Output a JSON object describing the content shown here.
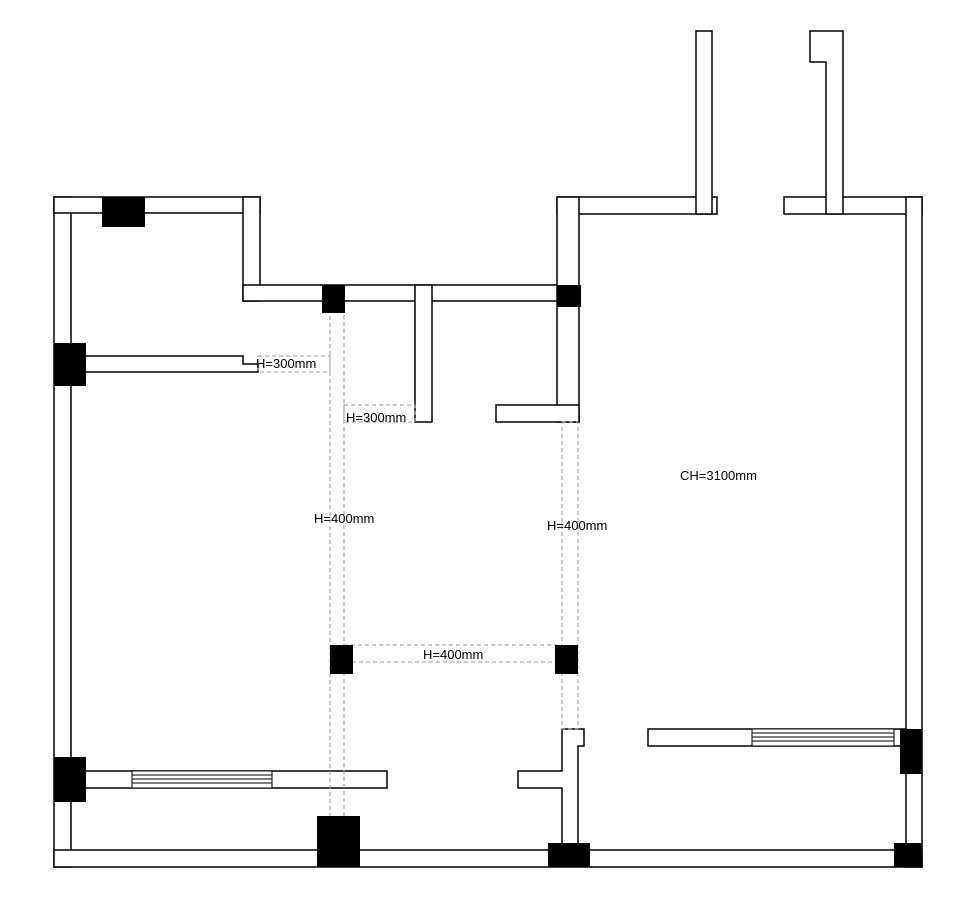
{
  "labels": {
    "beam_h300_west": "H=300mm",
    "beam_h300_center": "H=300mm",
    "beam_h400_left": "H=400mm",
    "beam_h400_right": "H=400mm",
    "beam_h400_horizontal": "H=400mm",
    "ceiling_height": "CH=3100mm"
  },
  "colors": {
    "wall_stroke": "#000000",
    "column_fill": "#000000",
    "beam_stroke": "#9a9a9a",
    "background": "#ffffff"
  }
}
